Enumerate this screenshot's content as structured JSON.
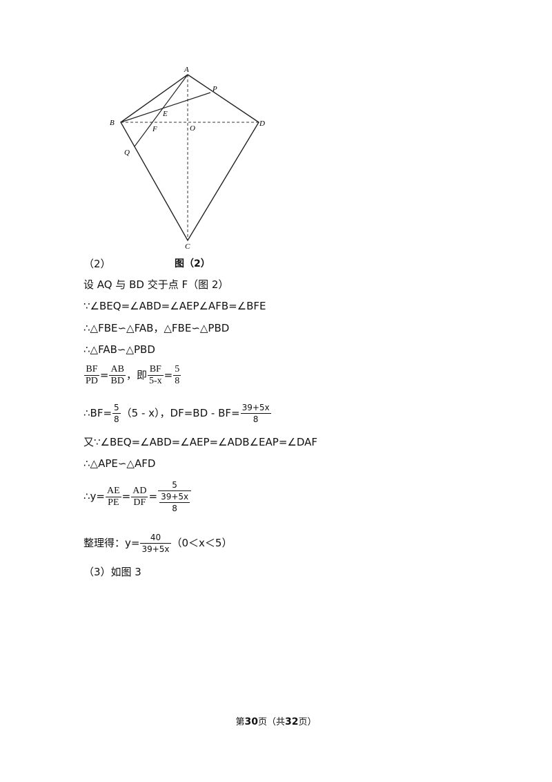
{
  "figure": {
    "points": {
      "A": "A",
      "P": "P",
      "E": "E",
      "B": "B",
      "F": "F",
      "O": "O",
      "D": "D",
      "Q": "Q",
      "C": "C"
    },
    "caption": "图（2）"
  },
  "part2_label": "（2）",
  "lines": {
    "l1": "设 AQ 与 BD 交于点 F（图 2）",
    "l2": "∵∠BEQ=∠ABD=∠AEP∠AFB=∠BFE",
    "l3": "∴△FBE∽△FAB，△FBE∽△PBD",
    "l4": "∴△FAB∽△PBD",
    "l5": {
      "f1_num": "BF",
      "f1_den": "PD",
      "eq1": "=",
      "f2_num": "AB",
      "f2_den": "BD",
      "mid": "，即",
      "f3_num": "BF",
      "f3_den": "5-x",
      "eq2": "=",
      "f4_num": "5",
      "f4_den": "8"
    },
    "l6": {
      "pre": "∴BF=",
      "f1_num": "5",
      "f1_den": "8",
      "mid": "（5 - x），DF=BD - BF=",
      "f2_num": "39+5x",
      "f2_den": "8"
    },
    "l7": "又∵∠BEQ=∠ABD=∠AEP=∠ADB∠EAP=∠DAF",
    "l8": "∴△APE∽△AFD",
    "l9": {
      "pre": "∴y=",
      "f1_num": "AE",
      "f1_den": "PE",
      "eq1": "=",
      "f2_num": "AD",
      "f2_den": "DF",
      "eq2": "=",
      "big_num": "5",
      "inner_num": "39+5x",
      "inner_den": "8"
    },
    "l10": {
      "pre": "整理得：y=",
      "f_num": "40",
      "f_den": "39+5x",
      "post": "（0＜x＜5）"
    },
    "l11": "（3）如图 3"
  },
  "footer": {
    "pre": "第",
    "page": "30",
    "mid": "页（共",
    "total": "32",
    "post": "页）"
  }
}
